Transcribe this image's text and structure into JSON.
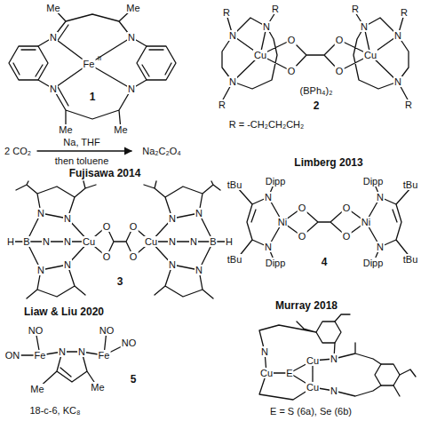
{
  "diagram": {
    "labels": [
      "Me",
      "Me",
      "N",
      "N",
      "Fe",
      "II",
      "N",
      "N",
      "1",
      "Me",
      "Me",
      "2 CO₂",
      "Na, THF",
      "then toluene",
      "Na₂C₂O₄",
      "R",
      "R",
      "N",
      "N",
      "N",
      "Cu",
      "O",
      "O",
      "O",
      "O",
      "Cu",
      "N",
      "N",
      "N",
      "R",
      "R",
      "R",
      "R",
      "(BPh₄)₂",
      "2",
      "R = -CH₂CH₂CH₂",
      "Fujisawa 2014",
      "H",
      "B",
      "N",
      "N",
      "N",
      "N",
      "N",
      "N",
      "Cu",
      "O",
      "O",
      "O",
      "O",
      "Cu",
      "N",
      "N",
      "N",
      "N",
      "N",
      "N",
      "B",
      "H",
      "3",
      "Limberg 2013",
      "tBu",
      "Dipp",
      "N",
      "N",
      "tBu",
      "Dipp",
      "Ni",
      "O",
      "O",
      "O",
      "O",
      "Ni",
      "N",
      "N",
      "Dipp",
      "tBu",
      "Dipp",
      "tBu",
      "4",
      "Liaw & Liu 2020",
      "NO",
      "ON",
      "Fe",
      "N",
      "N",
      "Fe",
      "NO",
      "NO",
      "Me",
      "Me",
      "5",
      "18-c-6, KC₈",
      "Murray 2018",
      "N",
      "Cu",
      "E",
      "Cu",
      "Cu",
      "N",
      "N",
      "E = S (6a), Se (6b)"
    ]
  }
}
